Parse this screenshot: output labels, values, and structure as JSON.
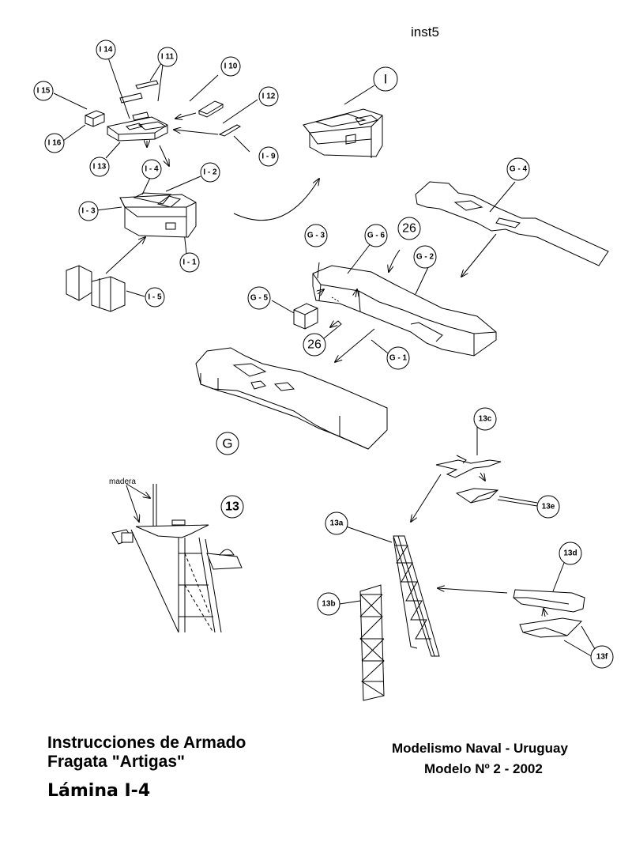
{
  "sheet_code": "inst5",
  "labels": {
    "I14": "I 14",
    "I11": "I 11",
    "I10": "I 10",
    "I15": "I 15",
    "I12": "I 12",
    "I16": "I 16",
    "I9": "I - 9",
    "I13": "I 13",
    "I4": "I - 4",
    "I2": "I - 2",
    "I3": "I - 3",
    "I1": "I - 1",
    "I5": "I - 5",
    "I": "I",
    "G4": "G - 4",
    "G3": "G - 3",
    "G6": "G - 6",
    "n26a": "26",
    "G2": "G - 2",
    "G5": "G - 5",
    "n26b": "26",
    "G1": "G - 1",
    "G": "G",
    "s13": "13",
    "s13c": "13c",
    "s13e": "13e",
    "s13a": "13a",
    "s13d": "13d",
    "s13b": "13b",
    "s13f": "13f",
    "madera": "madera"
  },
  "title": {
    "line1": "Instrucciones de Armado",
    "line2": "Fragata \"Artigas\"",
    "line3": "Lámina I-4"
  },
  "credits": {
    "line1": "Modelismo Naval - Uruguay",
    "line2": "Modelo Nº 2 - 2002"
  }
}
